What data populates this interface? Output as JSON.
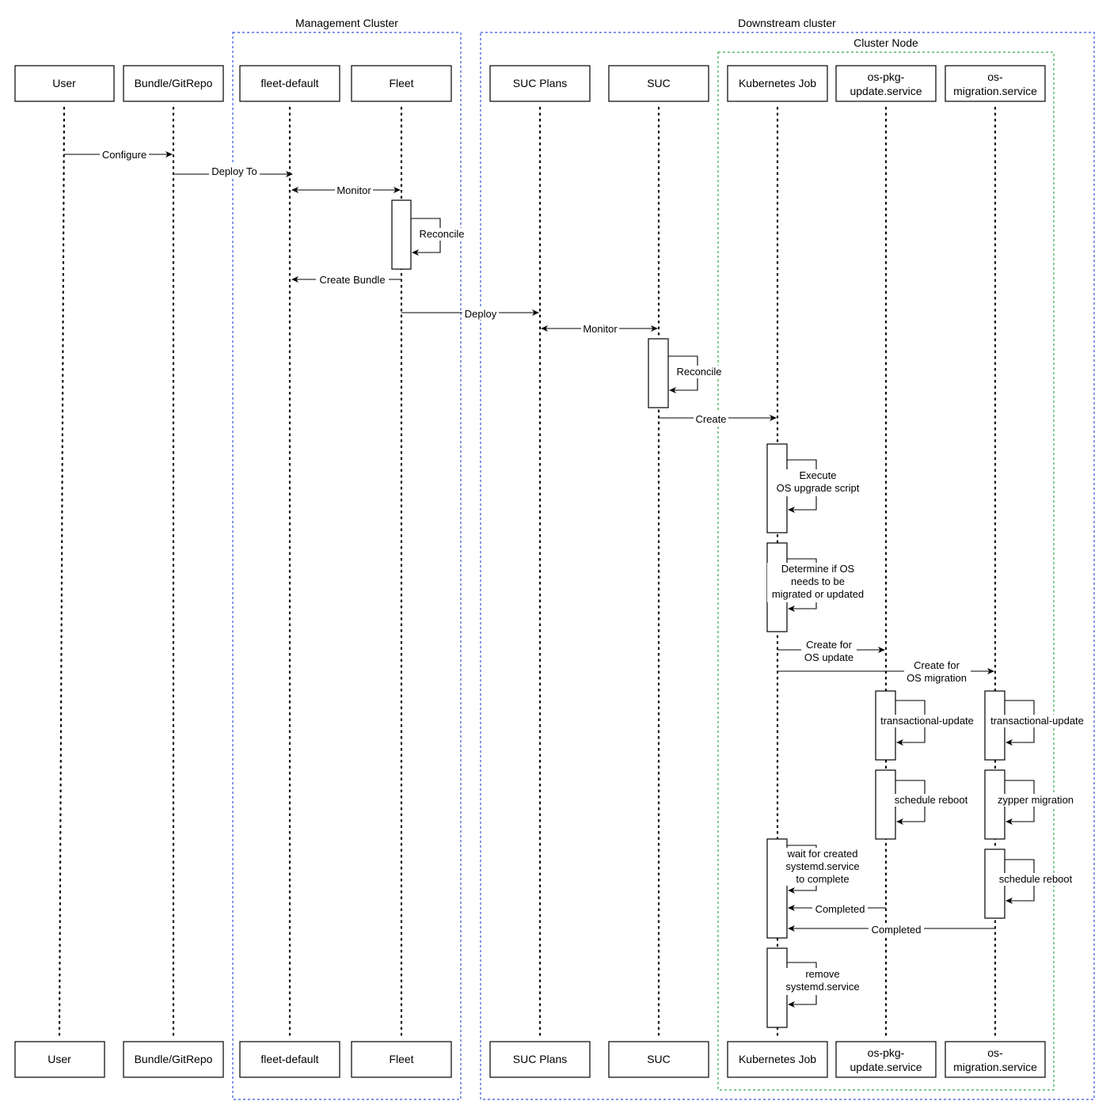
{
  "groups": {
    "management_cluster": "Management Cluster",
    "downstream_cluster": "Downstream cluster",
    "cluster_node": "Cluster Node"
  },
  "participants": [
    {
      "id": "user",
      "label": "User"
    },
    {
      "id": "bundle",
      "label": "Bundle/GitRepo"
    },
    {
      "id": "fleet_default",
      "label": "fleet-default"
    },
    {
      "id": "fleet",
      "label": "Fleet"
    },
    {
      "id": "suc_plans",
      "label": "SUC Plans"
    },
    {
      "id": "suc",
      "label": "SUC"
    },
    {
      "id": "k8s_job",
      "label": "Kubernetes Job"
    },
    {
      "id": "os_pkg",
      "label": "os-pkg-\nupdate.service"
    },
    {
      "id": "os_migration",
      "label": "os-\nmigration.service"
    }
  ],
  "messages": {
    "configure": "Configure",
    "deploy_to": "Deploy To",
    "monitor_fleet": "Monitor",
    "create_bundle": "Create Bundle",
    "deploy": "Deploy",
    "monitor_suc": "Monitor",
    "create": "Create",
    "create_os_update": "Create for\nOS update",
    "create_os_migration": "Create for\nOS migration",
    "completed_pkg": "Completed",
    "completed_migration": "Completed"
  },
  "self_calls": {
    "fleet_reconcile": "Reconcile",
    "suc_reconcile": "Reconcile",
    "execute": "Execute\nOS upgrade script",
    "determine": "Determine if OS\nneeds to be\nmigrated or updated",
    "pkg_transactional": "transactional-update",
    "mig_transactional": "transactional-update",
    "pkg_schedule_reboot": "schedule reboot",
    "mig_zypper": "zypper migration",
    "wait": "wait for created\nsystemd.service\nto complete",
    "mig_schedule_reboot": "schedule reboot",
    "remove": "remove\nsystemd.service"
  }
}
